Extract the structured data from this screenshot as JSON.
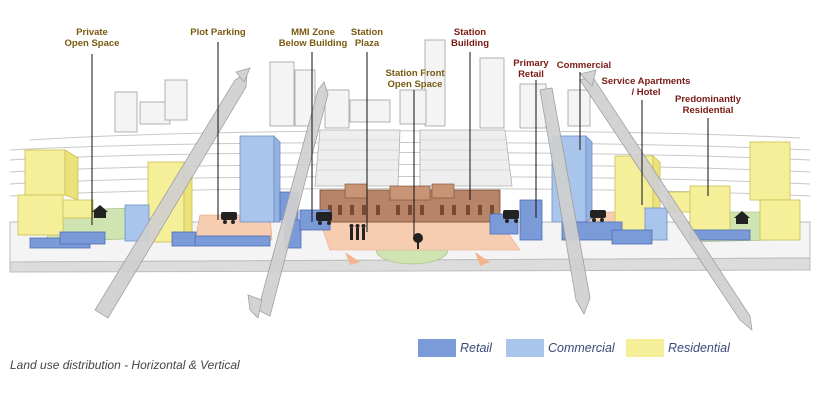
{
  "labels": {
    "private_open_space": "Private\nOpen Space",
    "plot_parking": "Plot Parking",
    "mmi_zone": "MMI Zone\nBelow Building",
    "station_plaza": "Station\nPlaza",
    "station_front_open_space": "Station Front\nOpen Space",
    "station_building": "Station\nBuilding",
    "primary_retail": "Primary\nRetail",
    "commercial": "Commercial",
    "service_apartments": "Service Apartments\n/ Hotel",
    "predominantly_residential": "Predominantly\nResidential"
  },
  "caption": "Land use distribution - Horizontal & Vertical",
  "legend": [
    {
      "label": "Retail",
      "color": "#7a9ad8"
    },
    {
      "label": "Commercial",
      "color": "#a9c5ec"
    },
    {
      "label": "Residential",
      "color": "#f6ef9a"
    }
  ],
  "colors": {
    "retail": "#7a9ad8",
    "commercial": "#a9c5ec",
    "residential": "#f6ef9a",
    "station": "#b88468",
    "plaza": "#f6cdb0",
    "green": "#cfe4b0",
    "ghost": "#f2f2f2"
  }
}
